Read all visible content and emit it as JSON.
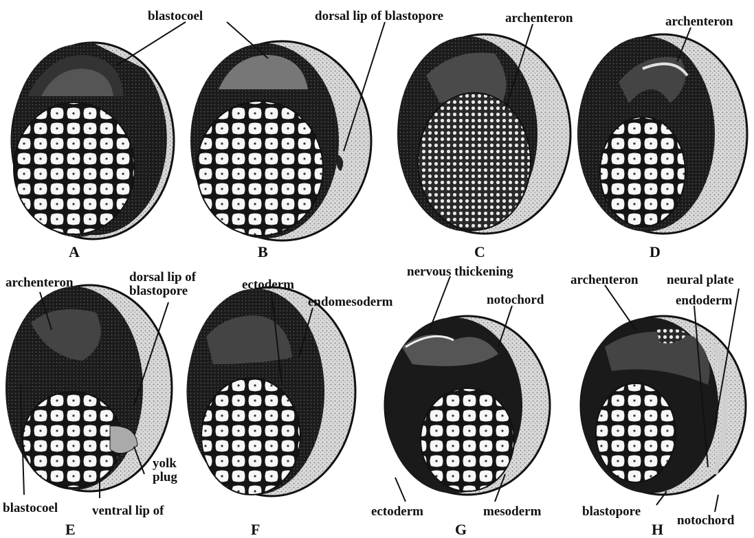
{
  "colors": {
    "ink": "#111111",
    "shade": "#3a3a3a",
    "light": "#f4f4f4"
  },
  "panels": {
    "A": {
      "letter": "A",
      "labels": {
        "blastocoel": "blastocoel"
      }
    },
    "B": {
      "letter": "B",
      "labels": {
        "dorsal_lip": "dorsal lip of blastopore"
      }
    },
    "C": {
      "letter": "C",
      "labels": {
        "archenteron": "archenteron"
      }
    },
    "D": {
      "letter": "D",
      "labels": {
        "archenteron": "archenteron"
      }
    },
    "E": {
      "letter": "E",
      "labels": {
        "archenteron": "archenteron",
        "dorsal_lip": "dorsal lip of\nblastopore",
        "yolk_plug": "yolk\nplug",
        "blastocoel": "blastocoel",
        "ventral_lip": "ventral lip of"
      }
    },
    "F": {
      "letter": "F",
      "labels": {
        "ectoderm": "ectoderm",
        "endomesoderm": "endomesoderm"
      }
    },
    "G": {
      "letter": "G",
      "labels": {
        "nervous_thickening": "nervous thickening",
        "notochord": "notochord",
        "ectoderm": "ectoderm",
        "mesoderm": "mesoderm"
      }
    },
    "H": {
      "letter": "H",
      "labels": {
        "archenteron": "archenteron",
        "neural_plate": "neural plate",
        "endoderm": "endoderm",
        "blastopore": "blastopore",
        "notochord": "notochord"
      }
    }
  }
}
